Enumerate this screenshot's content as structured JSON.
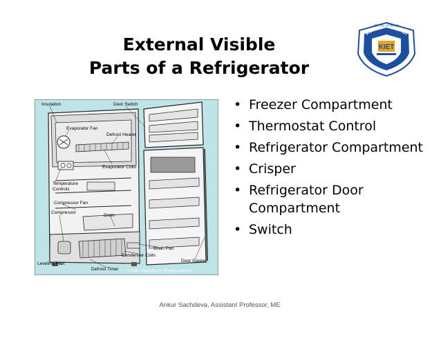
{
  "slide": {
    "title_line1": "External Visible",
    "title_line2": "Parts of a Refrigerator",
    "bullets": [
      "Freezer Compartment",
      "Thermostat Control",
      "Refrigerator Compartment",
      "Crisper",
      "Refrigerator Door Compartment",
      "Switch"
    ],
    "footer": "Ankur Sachdeva, Assistant Professor, ME"
  },
  "logo": {
    "text": "KIET GROUP OF INSTITUTIONS",
    "badge": "KIET",
    "top_text": "गौरवमय भविष्यवाद",
    "colors": {
      "ring": "#1d4fa0",
      "badge": "#e8a21a"
    }
  },
  "figure": {
    "labels": {
      "insulation": "Insulation",
      "door_switch": "Door Switch",
      "evaporator_fan": "Evaporator Fan",
      "defrost_heater": "Defrost Heater",
      "evaporator_coils": "Evaporator Coils",
      "temperature_controls_1": "Temperature",
      "temperature_controls_2": "Controls",
      "compressor_fan": "Compressor Fan",
      "compressor": "Compressor",
      "drain": "Drain",
      "drain_pan": "Drain Pan",
      "condenser_coils": "Condenser Coils",
      "door_gasket": "Door Gasket",
      "leveling_feet": "Leveling Feet",
      "defrost_timer": "Defrost Timer",
      "copyright": "© 1999, HowStuff.com. All rights reserved"
    },
    "colors": {
      "background": "#bfe4e8",
      "body": "#f4f4f4",
      "outline": "#222222"
    }
  }
}
